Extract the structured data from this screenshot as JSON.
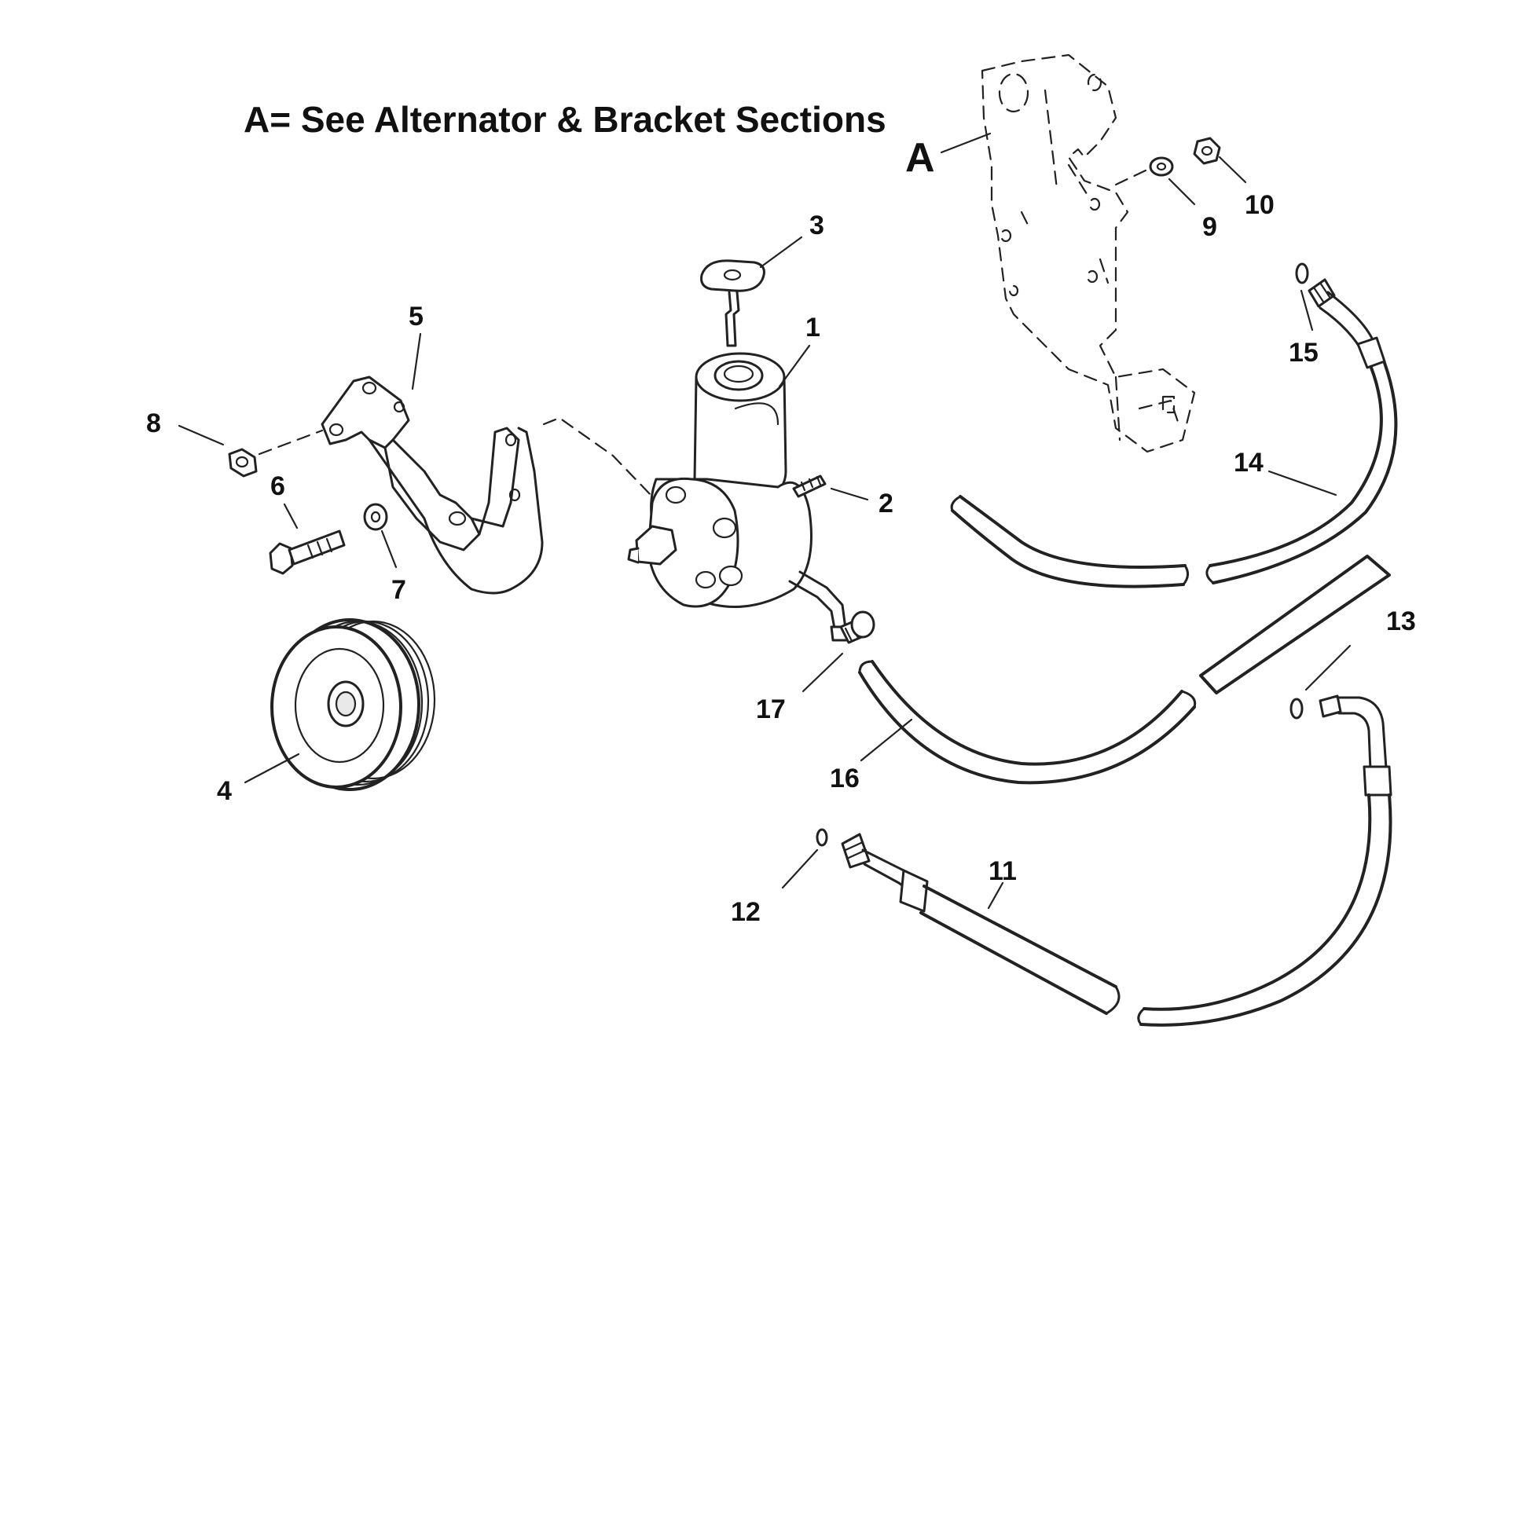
{
  "note": "A= See Alternator & Bracket Sections",
  "ref_label": "A",
  "callouts": {
    "c1": "1",
    "c2": "2",
    "c3": "3",
    "c4": "4",
    "c5": "5",
    "c6": "6",
    "c7": "7",
    "c8": "8",
    "c9": "9",
    "c10": "10",
    "c11": "11",
    "c12": "12",
    "c13": "13",
    "c14": "14",
    "c15": "15",
    "c16": "16",
    "c17": "17"
  },
  "colors": {
    "ink": "#222222",
    "background": "#ffffff"
  }
}
